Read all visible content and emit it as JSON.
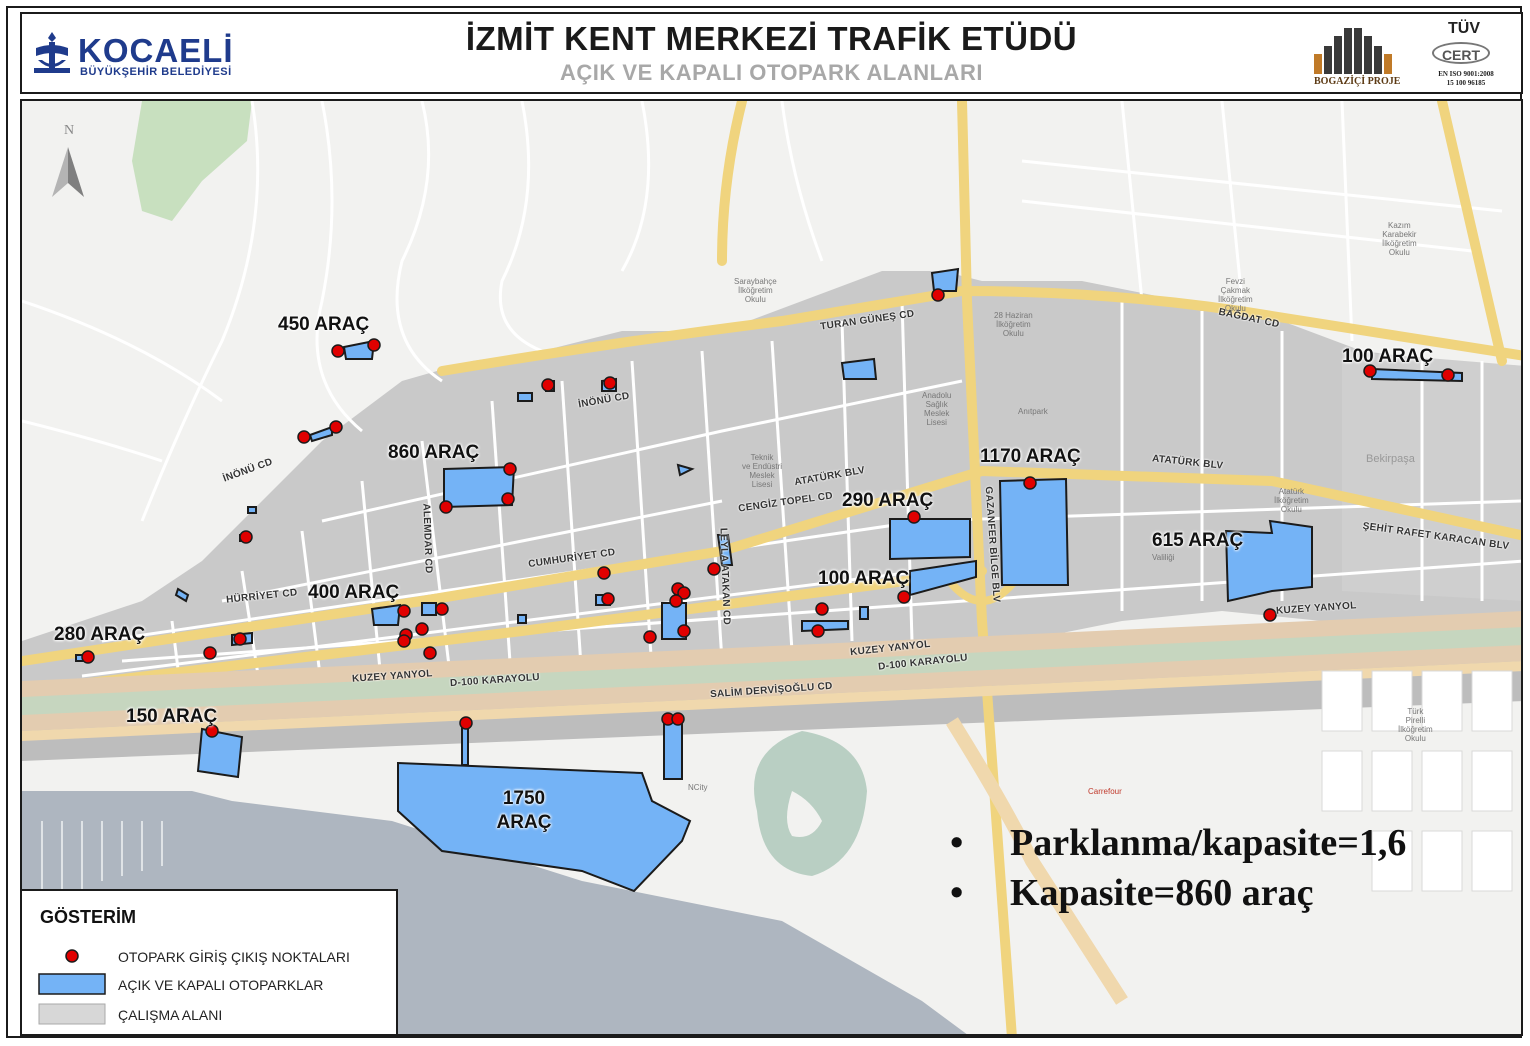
{
  "header": {
    "title": "İZMİT KENT MERKEZİ TRAFİK ETÜDÜ",
    "subtitle": "AÇIK VE KAPALI OTOPARK ALANLARI",
    "logo_left_brand": "KOCAELİ",
    "logo_left_sub": "BÜYÜKŞEHİR BELEDİYESİ",
    "logo_right_1": "BOGAZİÇİ PROJE",
    "logo_right_2_top": "TÜV",
    "logo_right_2_cert": "CERT",
    "logo_right_2_iso": "EN ISO 9001:2008",
    "logo_right_2_num": "15 100 96185"
  },
  "compass": {
    "label": "N"
  },
  "parking_labels": [
    {
      "id": "p450",
      "text": "450 ARAÇ"
    },
    {
      "id": "p860",
      "text": "860 ARAÇ"
    },
    {
      "id": "p100n",
      "text": "100 ARAÇ"
    },
    {
      "id": "p1170",
      "text": "1170 ARAÇ"
    },
    {
      "id": "p290",
      "text": "290 ARAÇ"
    },
    {
      "id": "p615",
      "text": "615 ARAÇ"
    },
    {
      "id": "p400",
      "text": "400 ARAÇ"
    },
    {
      "id": "p100s",
      "text": "100 ARAÇ"
    },
    {
      "id": "p280",
      "text": "280 ARAÇ"
    },
    {
      "id": "p150",
      "text": "150 ARAÇ"
    },
    {
      "id": "p1750a",
      "text": "1750"
    },
    {
      "id": "p1750b",
      "text": "ARAÇ"
    }
  ],
  "streets": {
    "turan_gunes": "TURAN GÜNEŞ CD",
    "bagdat": "BAĞDAT CD",
    "inonu_n": "İNÖNÜ CD",
    "inonu_w": "İNÖNÜ CD",
    "ataturk_1": "ATATÜRK BLV",
    "ataturk_2": "ATATÜRK BLV",
    "cengiz_topel": "CENGİZ TOPEL CD",
    "sehit_rafet": "ŞEHİT RAFET KARACAN BLV",
    "alemdar": "ALEMDAR CD",
    "cumhuriyet": "CUMHURİYET CD",
    "hurriyet": "HÜRRİYET CD",
    "leyla_atakan": "LEYLA ATAKAN CD",
    "gazanfer": "GAZANFER BİLGE BLV",
    "kuzey_1": "KUZEY YANYOL",
    "kuzey_2": "KUZEY YANYOL",
    "kuzey_3": "KUZEY YANYOL",
    "d100_1": "D-100 KARAYOLU",
    "d100_2": "D-100 KARAYOLU",
    "salim": "SALİM DERVİŞOĞLU CD"
  },
  "pois": {
    "saraybahce": "Saraybahçe\nİlköğretim\nOkulu",
    "kazim": "Kazım\nKarabekir\nİlköğretim\nOkulu",
    "fevzi": "Fevzi\nÇakmak\nİlköğretim\nOkulu",
    "hazıran": "28 Haziran\nİlköğretim\nOkulu",
    "anadolu": "Anadolu\nSağlık\nMeslek\nLisesi",
    "anitpark": "Anıtpark",
    "teknik": "Teknik\nve Endüstri\nMeslek\nLisesi",
    "bekirpasa": "Bekirpaşa",
    "ataturk_okul": "Atatürk\nİlköğretim\nOkulu",
    "valilik": "Valiliği",
    "pirelli": "Türk\nPirelli\nİlköğretim\nOkulu",
    "ncity": "NCity",
    "carrefour": "Carrefour"
  },
  "legend": {
    "title": "GÖSTERİM",
    "items": [
      {
        "label": "OTOPARK GİRİŞ ÇIKIŞ NOKTALARI",
        "color": "#e00000"
      },
      {
        "label": "AÇIK VE KAPALI OTOPARKLAR",
        "color": "#74b3f6"
      },
      {
        "label": "ÇALIŞMA ALANI",
        "color": "#d7d7d7"
      }
    ]
  },
  "notes": [
    {
      "bullet": "•",
      "text": "Parklanma/kapasite=1,6"
    },
    {
      "bullet": "•",
      "text": "Kapasite=860 araç"
    }
  ],
  "colors": {
    "parking_fill": "#74b3f6",
    "entry_point": "#e00000",
    "study_area": "#c9c9c9",
    "road_main": "#f3d98d",
    "sea": "#aeb8c2"
  }
}
